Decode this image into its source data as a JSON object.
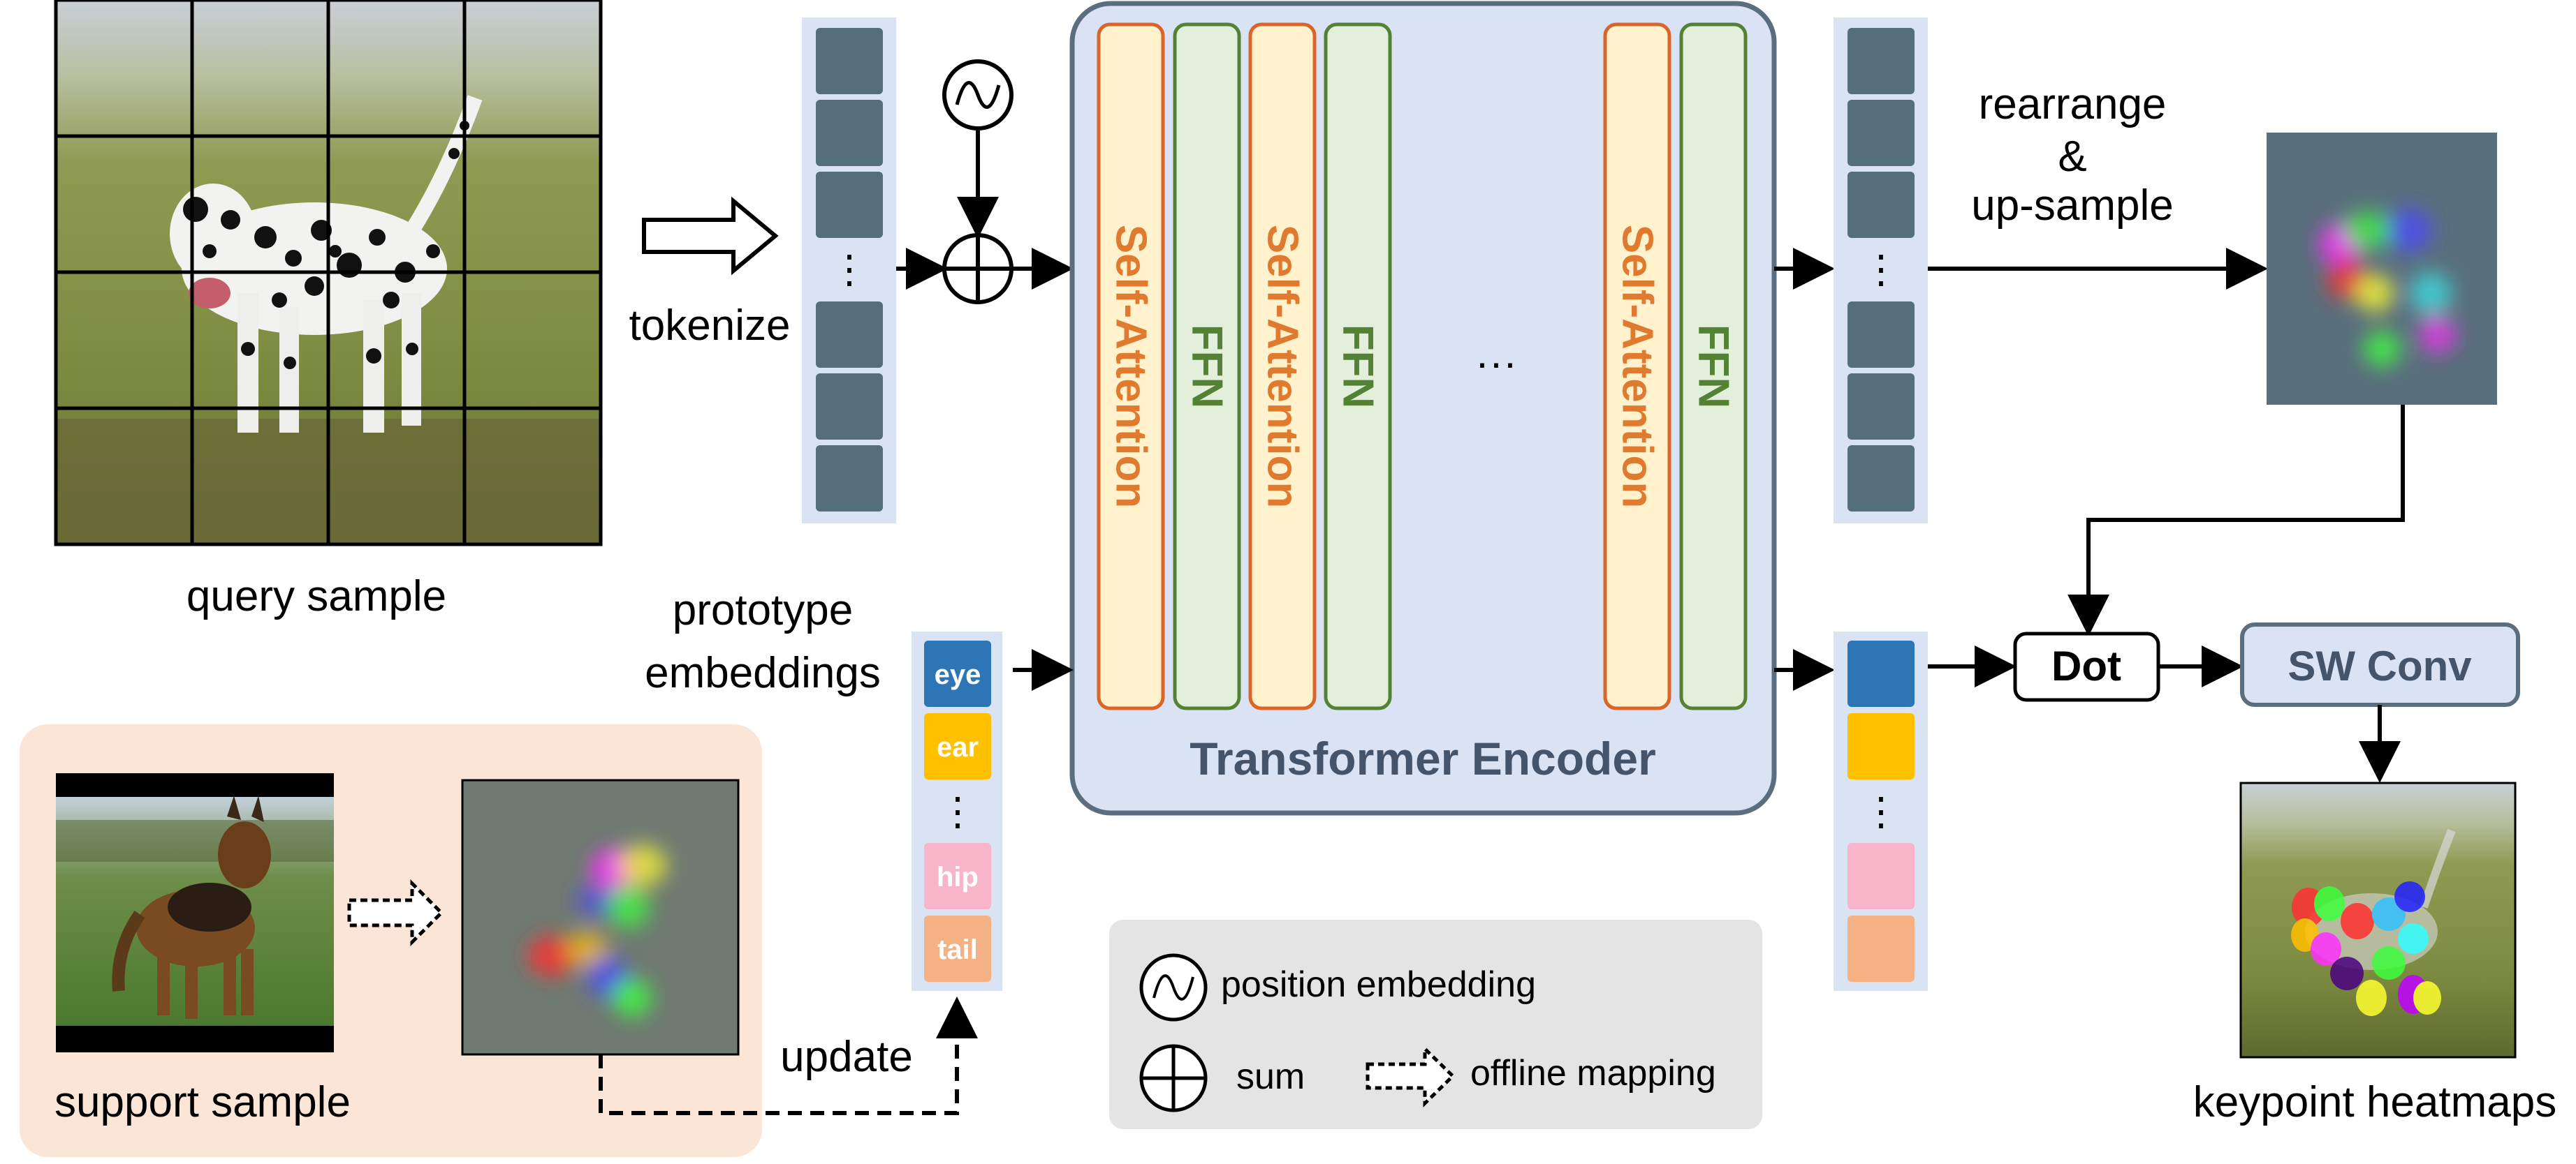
{
  "labels": {
    "query_sample": "query sample",
    "tokenize": "tokenize",
    "prototype_line1": "prototype",
    "prototype_line2": "embeddings",
    "support_sample": "support sample",
    "update": "update",
    "rearrange": "rearrange",
    "amp": "&",
    "upsample": "up-sample",
    "dot": "Dot",
    "sw_conv": "SW Conv",
    "keypoint_heatmaps": "keypoint heatmaps",
    "ellipsis": "⋮",
    "encoder_dots": "···"
  },
  "encoder": {
    "title": "Transformer Encoder",
    "self_attention": "Self-Attention",
    "ffn": "FFN"
  },
  "prototypes": [
    "eye",
    "ear",
    "hip",
    "tail"
  ],
  "legend": {
    "position_embedding": "position embedding",
    "sum": "sum",
    "offline_mapping": "offline mapping"
  },
  "colors": {
    "token_dark": "#546e7a",
    "column_bg": "#dae3f3",
    "encoder_bg": "#dae3f3",
    "encoder_border": "#5a6e80",
    "attn_fill": "#fff2cc",
    "attn_border": "#d9652b",
    "attn_text": "#e07a2f",
    "ffn_fill": "#e2efda",
    "ffn_border": "#548235",
    "ffn_text": "#548235",
    "eye": "#2e75b6",
    "ear": "#ffc000",
    "hip": "#f8b4c8",
    "tail": "#f4b183",
    "support_bg": "#fbe5d6",
    "legend_bg": "#e4e4e4",
    "sw_fill": "#dae3f3",
    "sw_border": "#5a6e80"
  },
  "icons": {
    "arrow_tokenize": "hollow-right-arrow-icon",
    "offline_mapping": "dashed-right-arrow-icon",
    "position_embedding": "wave-circle-icon",
    "sum": "circle-plus-icon"
  },
  "images": {
    "query": "dalmatian dog on grass, divided into 4x4 patch grid",
    "support": "german shepherd on lawn",
    "support_heatmap": "colorful keypoint heatmap on gray background",
    "query_heatmap": "colorful keypoint heatmap on slate background",
    "result": "dalmatian with colored keypoint ellipses"
  }
}
